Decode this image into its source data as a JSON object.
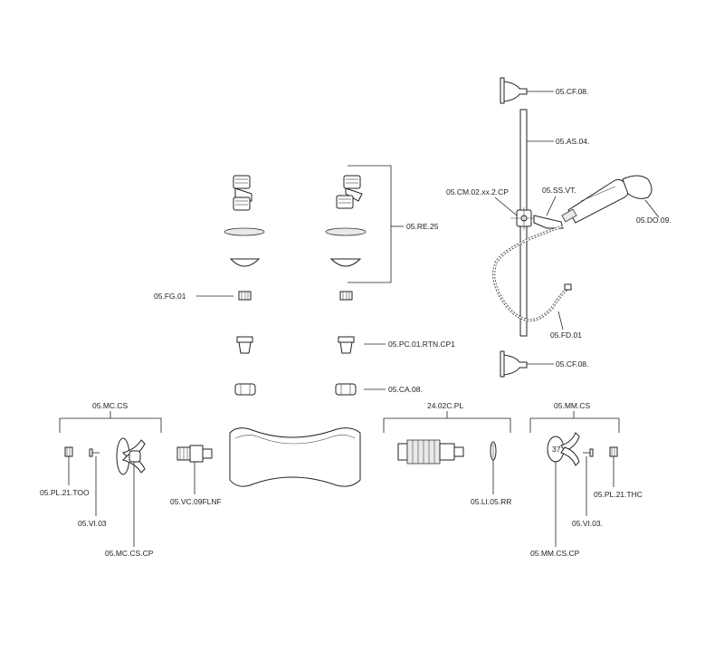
{
  "labels": {
    "cf_top": "05.CF.08.",
    "as": "05.AS.04.",
    "cm": "05.CM.02.xx.2.CP",
    "ss": "05.SS.VT.",
    "do": "05.DO.09.",
    "re": "05.RE.25",
    "fg": "05.FG.01",
    "fd": "05.FD.01",
    "pc": "05.PC.01.RTN.CP1",
    "cf_bottom": "05.CF.08.",
    "ca": "05.CA.08.",
    "mc_cs": "05.MC.CS",
    "cartridge": "24.02C.PL",
    "mm_cs": "05.MM.CS",
    "pl_too": "05.PL.21.TOO",
    "vi_left": "05.VI.03",
    "vc": "05.VC.09FLNF",
    "mc_cs_cp": "05.MC.CS.CP",
    "li": "05.LI.05.RR",
    "mm_cs_cp": "05.MM.CS.CP",
    "vi_right": "05.VI.03.",
    "pl_thc": "05.PL.21.THC",
    "knob_number": "37"
  }
}
